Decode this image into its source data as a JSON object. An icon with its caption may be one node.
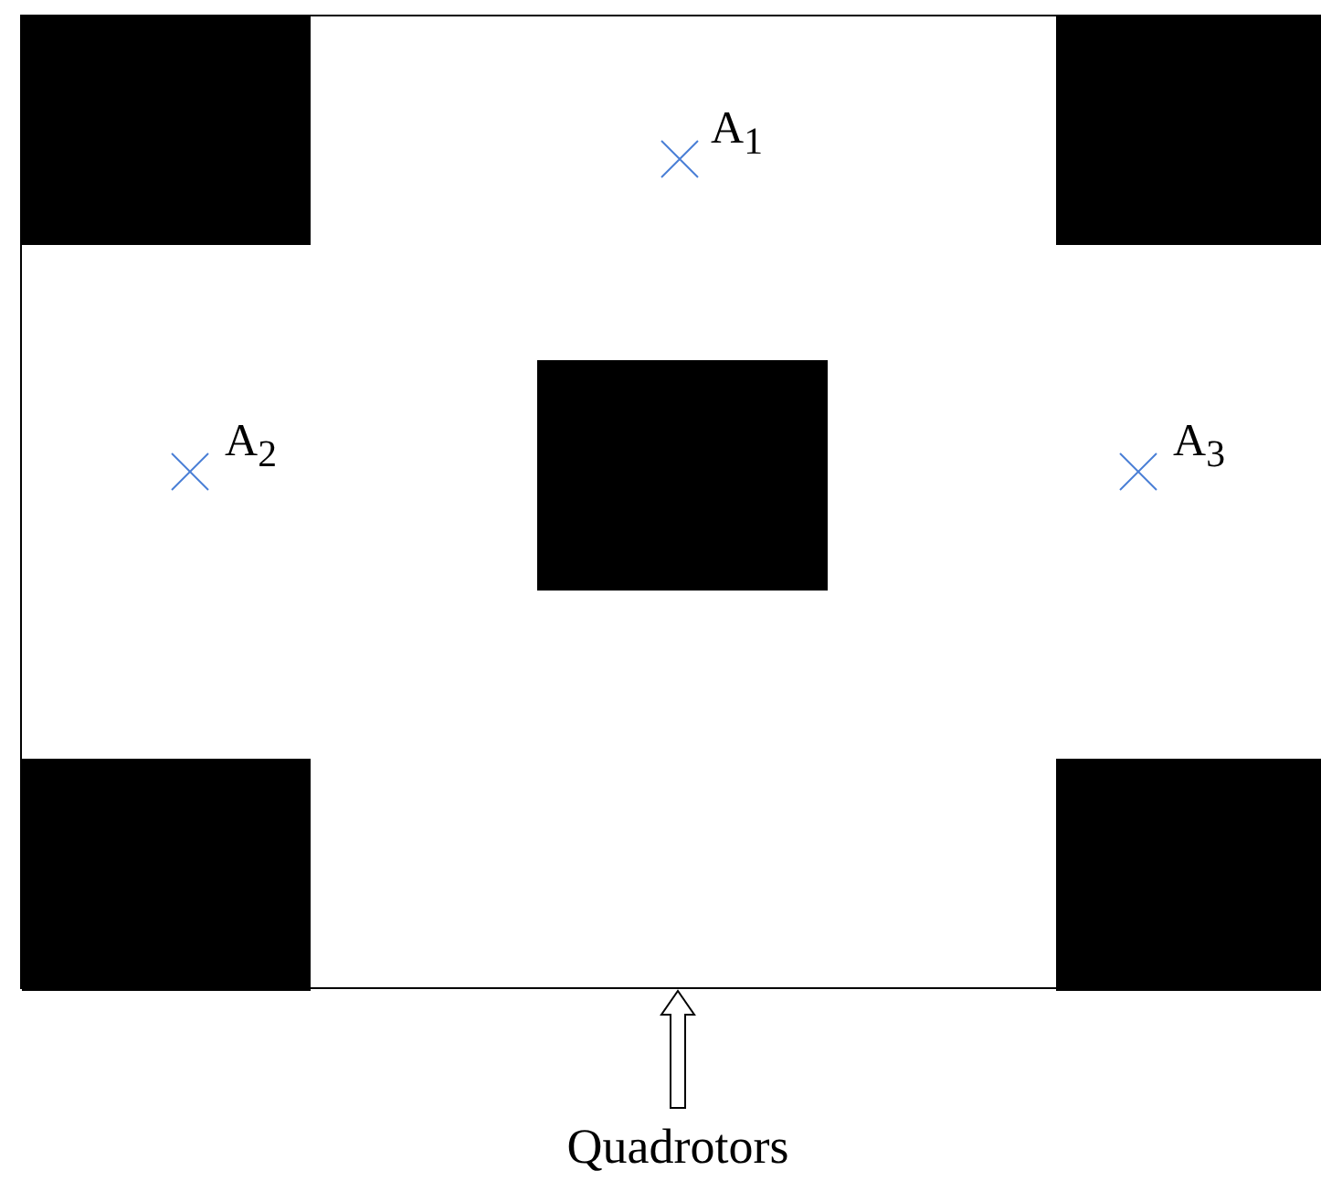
{
  "diagram": {
    "nodes": [
      {
        "text": [],
        "shape": "box"
      },
      {
        "text": [],
        "shape": "block",
        "in": 0
      },
      {
        "text": [],
        "shape": "block",
        "in": 0
      },
      {
        "text": [],
        "shape": "block",
        "in": 0
      },
      {
        "text": [],
        "shape": "block",
        "in": 0
      },
      {
        "text": [],
        "shape": "block",
        "in": 0
      },
      {
        "text": [
          "Quadrotors"
        ]
      }
    ],
    "edges": [
      {
        "from": 6,
        "to": 0,
        "arrow": "to"
      }
    ],
    "labels": [
      "A$_{1}$",
      "A$_{2}$",
      "A$_{3}$"
    ]
  }
}
